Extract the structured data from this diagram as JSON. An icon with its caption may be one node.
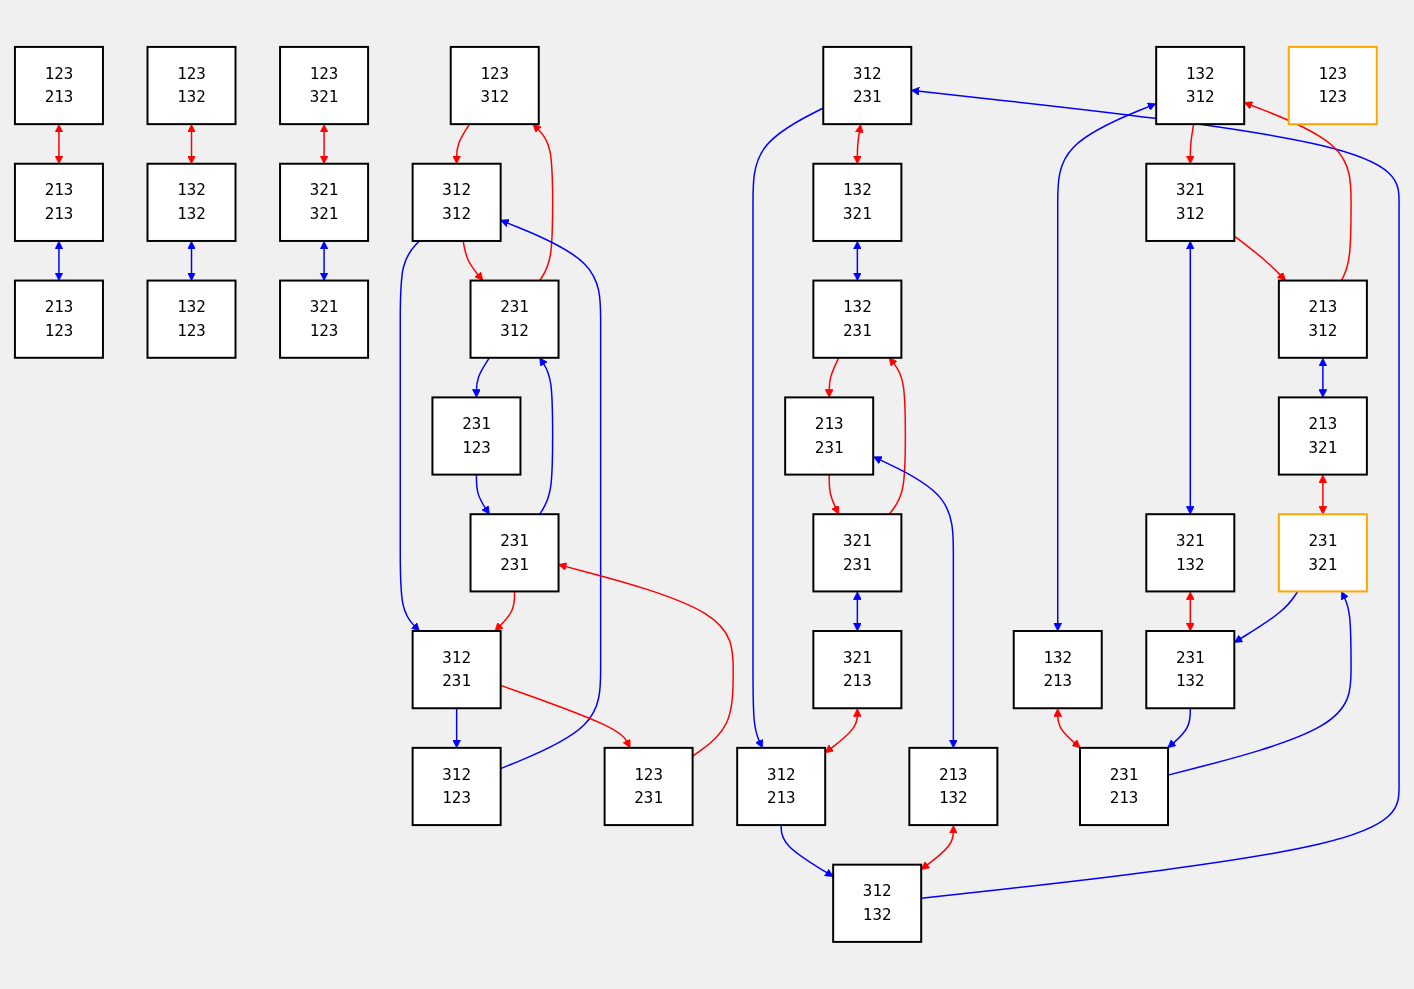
{
  "diagram": {
    "nodes": [
      {
        "text": [
          "123",
          "213"
        ]
      },
      {
        "text": [
          "213",
          "213"
        ]
      },
      {
        "text": [
          "213",
          "123"
        ]
      },
      {
        "text": [
          "123",
          "132"
        ]
      },
      {
        "text": [
          "132",
          "132"
        ]
      },
      {
        "text": [
          "132",
          "123"
        ]
      },
      {
        "text": [
          "123",
          "321"
        ]
      },
      {
        "text": [
          "321",
          "321"
        ]
      },
      {
        "text": [
          "321",
          "123"
        ]
      },
      {
        "text": [
          "123",
          "312"
        ]
      },
      {
        "text": [
          "231",
          "312"
        ]
      },
      {
        "text": [
          "231",
          "123"
        ]
      },
      {
        "text": [
          "312",
          "312"
        ]
      },
      {
        "text": [
          "231",
          "231"
        ]
      },
      {
        "text": [
          "312",
          "123"
        ]
      },
      {
        "text": [
          "312",
          "231"
        ]
      },
      {
        "text": [
          "123",
          "231"
        ]
      },
      {
        "text": [
          "312",
          "231"
        ]
      },
      {
        "text": [
          "132",
          "321"
        ]
      },
      {
        "text": [
          "132",
          "231"
        ]
      },
      {
        "text": [
          "213",
          "231"
        ]
      },
      {
        "text": [
          "321",
          "231"
        ]
      },
      {
        "text": [
          "213",
          "132"
        ]
      },
      {
        "text": [
          "321",
          "213"
        ]
      },
      {
        "text": [
          "312",
          "132"
        ]
      },
      {
        "text": [
          "312",
          "213"
        ]
      },
      {
        "text": [
          "123",
          "123"
        ]
      },
      {
        "text": [
          "132",
          "312"
        ]
      },
      {
        "text": [
          "321",
          "312"
        ]
      },
      {
        "text": [
          "213",
          "312"
        ]
      },
      {
        "text": [
          "132",
          "213"
        ]
      },
      {
        "text": [
          "213",
          "321"
        ]
      },
      {
        "text": [
          "321",
          "132"
        ]
      },
      {
        "text": [
          "231",
          "321"
        ]
      },
      {
        "text": [
          "231",
          "213"
        ]
      },
      {
        "text": [
          "231",
          "132"
        ]
      }
    ],
    "edges": [
      {
        "from": 0,
        "to": 1,
        "arrow": "both",
        "color": "#ff0000"
      },
      {
        "from": 1,
        "to": 2,
        "arrow": "both",
        "color": "#0000ff"
      },
      {
        "from": 3,
        "to": 4,
        "arrow": "both",
        "color": "#ff0000"
      },
      {
        "from": 4,
        "to": 5,
        "arrow": "both",
        "color": "#0000ff"
      },
      {
        "from": 6,
        "to": 7,
        "arrow": "both",
        "color": "#ff0000"
      },
      {
        "from": 7,
        "to": 8,
        "arrow": "both",
        "color": "#0000ff"
      },
      {
        "from": 10,
        "to": 9,
        "arrow": "to",
        "color": "#ff0000"
      },
      {
        "from": 9,
        "to": 12,
        "arrow": "to",
        "color": "#ff0000"
      },
      {
        "from": 12,
        "to": 10,
        "arrow": "to",
        "color": "#ff0000"
      },
      {
        "from": 10,
        "to": 11,
        "arrow": "to",
        "color": "#0000ff"
      },
      {
        "from": 11,
        "to": 13,
        "arrow": "to",
        "color": "#0000ff"
      },
      {
        "from": 13,
        "to": 10,
        "arrow": "to",
        "color": "#0000ff"
      },
      {
        "from": 12,
        "to": 15,
        "arrow": "to",
        "color": "#0000ff"
      },
      {
        "from": 15,
        "to": 14,
        "arrow": "to",
        "color": "#0000ff"
      },
      {
        "from": 14,
        "to": 12,
        "arrow": "to",
        "color": "#0000ff"
      },
      {
        "from": 13,
        "to": 15,
        "arrow": "to",
        "color": "#ff0000"
      },
      {
        "from": 15,
        "to": 16,
        "arrow": "to",
        "color": "#ff0000"
      },
      {
        "from": 16,
        "to": 13,
        "arrow": "to",
        "color": "#ff0000"
      },
      {
        "from": 17,
        "to": 18,
        "arrow": "both",
        "color": "#ff0000"
      },
      {
        "from": 18,
        "to": 19,
        "arrow": "both",
        "color": "#0000ff"
      },
      {
        "from": 17,
        "to": 25,
        "arrow": "to",
        "color": "#0000ff"
      },
      {
        "from": 25,
        "to": 24,
        "arrow": "to",
        "color": "#0000ff"
      },
      {
        "from": 24,
        "to": 17,
        "arrow": "to",
        "color": "#0000ff"
      },
      {
        "from": 19,
        "to": 20,
        "arrow": "to",
        "color": "#ff0000"
      },
      {
        "from": 20,
        "to": 21,
        "arrow": "to",
        "color": "#ff0000"
      },
      {
        "from": 21,
        "to": 19,
        "arrow": "to",
        "color": "#ff0000"
      },
      {
        "from": 20,
        "to": 22,
        "arrow": "both",
        "color": "#0000ff"
      },
      {
        "from": 21,
        "to": 23,
        "arrow": "both",
        "color": "#0000ff"
      },
      {
        "from": 22,
        "to": 24,
        "arrow": "both",
        "color": "#ff0000"
      },
      {
        "from": 23,
        "to": 25,
        "arrow": "both",
        "color": "#ff0000"
      },
      {
        "from": 27,
        "to": 28,
        "arrow": "to",
        "color": "#ff0000"
      },
      {
        "from": 28,
        "to": 29,
        "arrow": "to",
        "color": "#ff0000"
      },
      {
        "from": 29,
        "to": 27,
        "arrow": "to",
        "color": "#ff0000"
      },
      {
        "from": 27,
        "to": 30,
        "arrow": "both",
        "color": "#0000ff"
      },
      {
        "from": 28,
        "to": 32,
        "arrow": "both",
        "color": "#0000ff"
      },
      {
        "from": 29,
        "to": 31,
        "arrow": "both",
        "color": "#0000ff"
      },
      {
        "from": 30,
        "to": 34,
        "arrow": "both",
        "color": "#ff0000"
      },
      {
        "from": 31,
        "to": 33,
        "arrow": "both",
        "color": "#ff0000"
      },
      {
        "from": 32,
        "to": 35,
        "arrow": "both",
        "color": "#ff0000"
      },
      {
        "from": 33,
        "to": 35,
        "arrow": "to",
        "color": "#0000ff"
      },
      {
        "from": 35,
        "to": 34,
        "arrow": "to",
        "color": "#0000ff"
      },
      {
        "from": 34,
        "to": 33,
        "arrow": "to",
        "color": "#0000ff"
      }
    ]
  }
}
